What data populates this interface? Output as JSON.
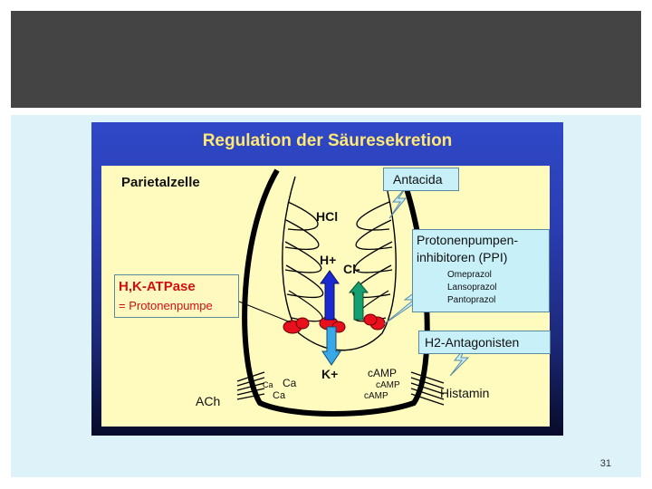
{
  "slide": {
    "title": "Regulation der Säuresekretion",
    "cell_label": "Parietalzelle",
    "hcl": "HCl",
    "atpase": {
      "line1": "H,K-ATPase",
      "line2": "= Protonenpumpe"
    },
    "ions": {
      "h": "H+",
      "cl": "Cl-",
      "k": "K+"
    },
    "antacida": "Antacida",
    "ppi": {
      "line1": "Protonenpumpen-",
      "line2": "inhibitoren (PPI)",
      "drugs": [
        "Omeprazol",
        "Lansoprazol",
        "Pantoprazol"
      ]
    },
    "h2": "H2-Antagonisten",
    "left_signal": {
      "ca_small": "Ca",
      "ca1": "Ca",
      "ca2": "Ca",
      "ach": "ACh"
    },
    "right_signal": {
      "camp1": "cAMP",
      "camp2": "cAMP",
      "camp3": "cAMP",
      "histamin": "Histamin"
    }
  },
  "page_number": "31",
  "colors": {
    "title_bar": "#444444",
    "content_bg": "#def3f9",
    "slide_title": "#ffe873",
    "panel": "#fffbbf",
    "box": "#c8f0f8",
    "pump_red": "#e8101c",
    "h_arrow": "#1a2ad0",
    "cl_arrow": "#14a070",
    "k_arrow": "#38a8e8",
    "atpase_text": "#d01010"
  }
}
